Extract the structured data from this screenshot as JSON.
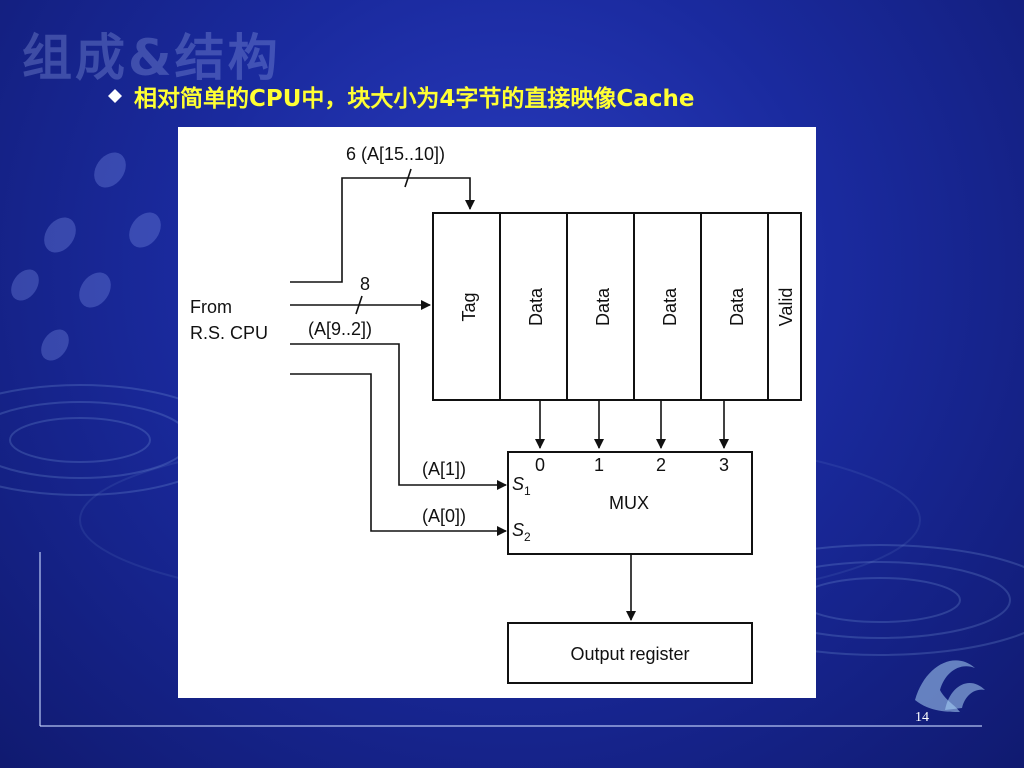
{
  "slide": {
    "watermark": "组成&结构",
    "title": "相对简单的CPU中，块大小为4字节的直接映像Cache",
    "page_number": "14"
  },
  "colors": {
    "title_text": "#ffff33",
    "bullet": "#ffffff",
    "background": "#1a2a9e"
  },
  "icons": {
    "bullet": "diamond-bullet-icon",
    "logo": "dolphin-logo-icon"
  },
  "diagram": {
    "source_label_line1": "From",
    "source_label_line2": "R.S. CPU",
    "tag_bits_label": "6 (A[15..10])",
    "index_bits_count": "8",
    "index_bits_label": "(A[9..2])",
    "select1_label": "(A[1])",
    "select0_label": "(A[0])",
    "cache_columns": [
      "Tag",
      "Data",
      "Data",
      "Data",
      "Data",
      "Valid"
    ],
    "mux": {
      "label": "MUX",
      "inputs": [
        "0",
        "1",
        "2",
        "3"
      ],
      "select_s1": "S",
      "select_s1_sub": "1",
      "select_s2": "S",
      "select_s2_sub": "2"
    },
    "output_register_label": "Output register"
  }
}
